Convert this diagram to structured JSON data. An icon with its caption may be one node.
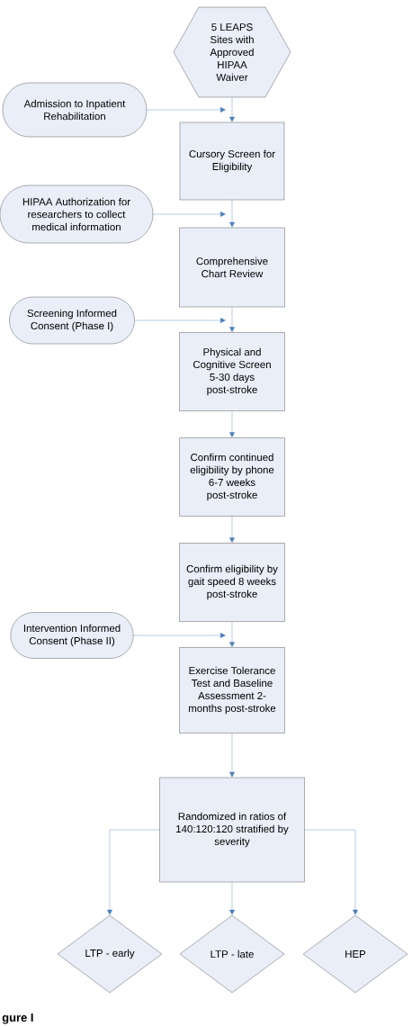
{
  "diagram": {
    "caption": "gure I",
    "nodes": [
      {
        "text": [
          "5 LEAPS Sites with Approved HIPAA Waiver"
        ]
      },
      {
        "text": [
          "Admission to Inpatient Rehabilitation"
        ]
      },
      {
        "text": [
          "Cursory Screen for Eligibility"
        ]
      },
      {
        "text": [
          "HIPAA Authorization for researchers to collect medical information"
        ]
      },
      {
        "text": [
          "Comprehensive Chart Review"
        ]
      },
      {
        "text": [
          "Screening Informed Consent (Phase I)"
        ]
      },
      {
        "text": [
          "Physical and Cognitive Screen 5-30 days post-stroke"
        ]
      },
      {
        "text": [
          "Confirm continued eligibility by phone 6-7 weeks post-stroke"
        ]
      },
      {
        "text": [
          "Confirm eligibility by gait speed 8 weeks post-stroke"
        ]
      },
      {
        "text": [
          "Intervention Informed Consent (Phase II)"
        ]
      },
      {
        "text": [
          "Exercise Tolerance Test and Baseline Assessment 2- months post-stroke"
        ]
      },
      {
        "text": [
          "Randomized in ratios of 140:120:120 stratified by severity"
        ]
      },
      {
        "text": [
          "LTP - early"
        ]
      },
      {
        "text": [
          "LTP - late"
        ]
      },
      {
        "text": [
          "HEP"
        ]
      }
    ],
    "edges": [
      {
        "from": 0,
        "to": 2,
        "arrow": "to"
      },
      {
        "from": 1,
        "to": 2,
        "arrow": "to"
      },
      {
        "from": 2,
        "to": 4,
        "arrow": "to"
      },
      {
        "from": 3,
        "to": 4,
        "arrow": "to"
      },
      {
        "from": 4,
        "to": 6,
        "arrow": "to"
      },
      {
        "from": 5,
        "to": 6,
        "arrow": "to"
      },
      {
        "from": 6,
        "to": 7,
        "arrow": "to"
      },
      {
        "from": 7,
        "to": 8,
        "arrow": "to"
      },
      {
        "from": 8,
        "to": 10,
        "arrow": "to"
      },
      {
        "from": 9,
        "to": 10,
        "arrow": "to"
      },
      {
        "from": 10,
        "to": 11,
        "arrow": "to"
      },
      {
        "from": 11,
        "to": 12,
        "arrow": "to"
      },
      {
        "from": 11,
        "to": 13,
        "arrow": "to"
      },
      {
        "from": 11,
        "to": 14,
        "arrow": "to"
      }
    ]
  }
}
